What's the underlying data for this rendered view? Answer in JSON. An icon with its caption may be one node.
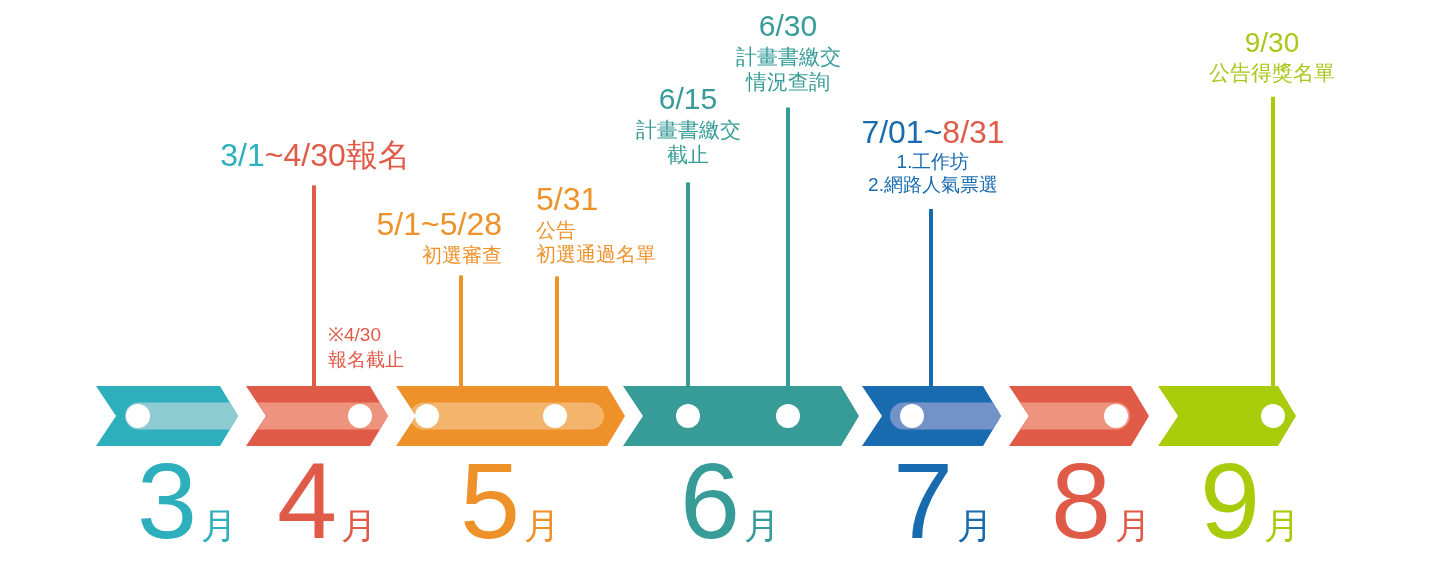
{
  "diagram": {
    "nodes": [
      {
        "text": [],
        "shape": "chevron",
        "beside": [
          "3月"
        ]
      },
      {
        "text": [],
        "shape": "chevron",
        "beside": [
          "4月"
        ]
      },
      {
        "text": [],
        "shape": "chevron",
        "beside": [
          "5月"
        ]
      },
      {
        "text": [],
        "shape": "chevron",
        "beside": [
          "6月"
        ]
      },
      {
        "text": [],
        "shape": "chevron",
        "beside": [
          "7月"
        ]
      },
      {
        "text": [],
        "shape": "chevron",
        "beside": [
          "8月"
        ]
      },
      {
        "text": [],
        "shape": "chevron",
        "beside": [
          "9月"
        ]
      },
      {
        "text": [
          "3/1~4/30報名"
        ]
      },
      {
        "text": [
          "5/1~5/28",
          "初選審查"
        ]
      },
      {
        "text": [
          "5/31",
          "公告",
          "初選通過名單"
        ]
      },
      {
        "text": [
          "6/15",
          "計畫書繳交截止"
        ]
      },
      {
        "text": [
          "6/30",
          "計畫書繳交情況查詢"
        ]
      },
      {
        "text": [
          "7/01~8/31",
          "1.工作坊",
          "2.網路人氣票選"
        ]
      },
      {
        "text": [
          "9/30",
          "公告得獎名單"
        ]
      }
    ],
    "edges": [
      {
        "from": 7,
        "to": 1,
        "arrow": "none",
        "color": "#e05a48"
      },
      {
        "from": 8,
        "to": 2,
        "arrow": "none",
        "color": "#ee9128"
      },
      {
        "from": 9,
        "to": 2,
        "arrow": "none",
        "color": "#ee9128"
      },
      {
        "from": 10,
        "to": 3,
        "arrow": "none",
        "color": "#379b98"
      },
      {
        "from": 11,
        "to": 3,
        "arrow": "none",
        "color": "#379b98"
      },
      {
        "from": 12,
        "to": 4,
        "arrow": "none",
        "color": "#196bb0"
      },
      {
        "from": 13,
        "to": 6,
        "arrow": "none",
        "color": "#a8cb0a"
      }
    ],
    "labels": [
      "※4/30報名截止"
    ]
  }
}
